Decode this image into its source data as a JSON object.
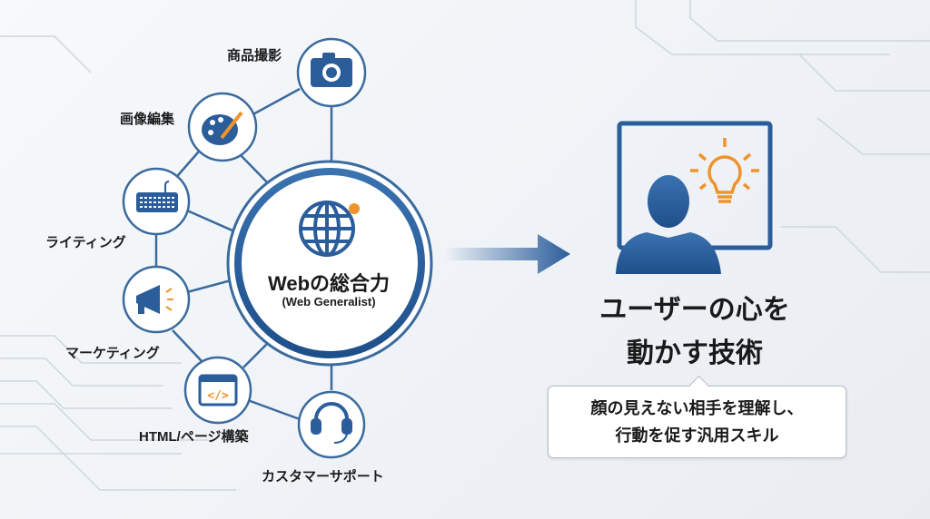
{
  "center": {
    "title": "Webの総合力",
    "subtitle": "(Web Generalist)",
    "icon": "globe-icon"
  },
  "skills": [
    {
      "label": "商品撮影",
      "icon": "camera-icon"
    },
    {
      "label": "画像編集",
      "icon": "palette-icon"
    },
    {
      "label": "ライティング",
      "icon": "keyboard-icon"
    },
    {
      "label": "マーケティング",
      "icon": "megaphone-icon"
    },
    {
      "label": "HTML/ページ構築",
      "icon": "code-window-icon"
    },
    {
      "label": "カスタマーサポート",
      "icon": "headset-icon"
    }
  ],
  "result": {
    "headline_line1": "ユーザーの心を",
    "headline_line2": "動かす技術",
    "callout_line1": "顔の見えない相手を理解し、",
    "callout_line2": "行動を促す汎用スキル"
  },
  "colors": {
    "primary": "#2a5d9a",
    "accent": "#f0932b",
    "line": "#3a6a9e"
  }
}
